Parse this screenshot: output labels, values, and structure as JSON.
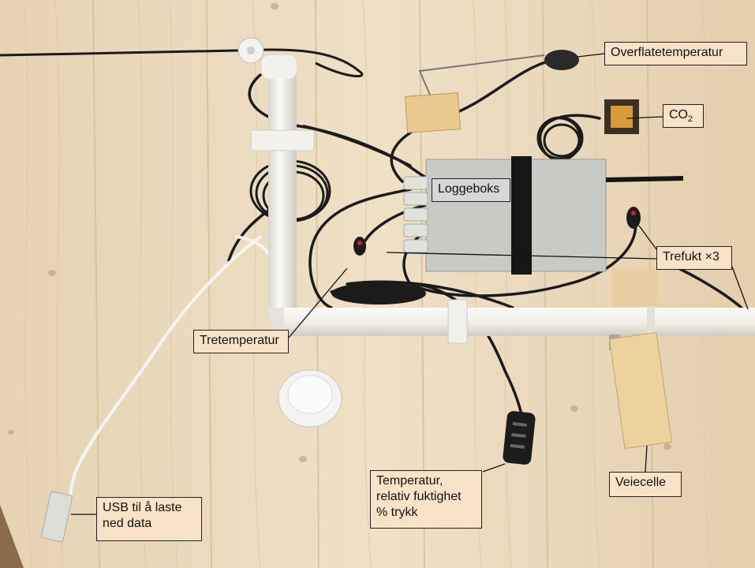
{
  "labels": {
    "overflatetemperatur": "Overflatetemperatur",
    "co2_main": "CO",
    "co2_sub": "2",
    "loggeboks": "Loggeboks",
    "trefukt": "Trefukt ×3",
    "tretemperatur": "Tretemperatur",
    "temperatur": "Temperatur,\nrelativ fuktighet\n% trykk",
    "veiecelle": "Veiecelle",
    "usb": "USB til å laste\nned data"
  },
  "colors": {
    "wood": "#e9d8bd",
    "wood_grain": "#d9c3a0",
    "pipe": "#f2f0ea",
    "cable": "#1b1b1b",
    "box": "#c9c9c6",
    "label_bg": "#f9e3c8",
    "label_grey_bg": "#d7d7d7"
  }
}
